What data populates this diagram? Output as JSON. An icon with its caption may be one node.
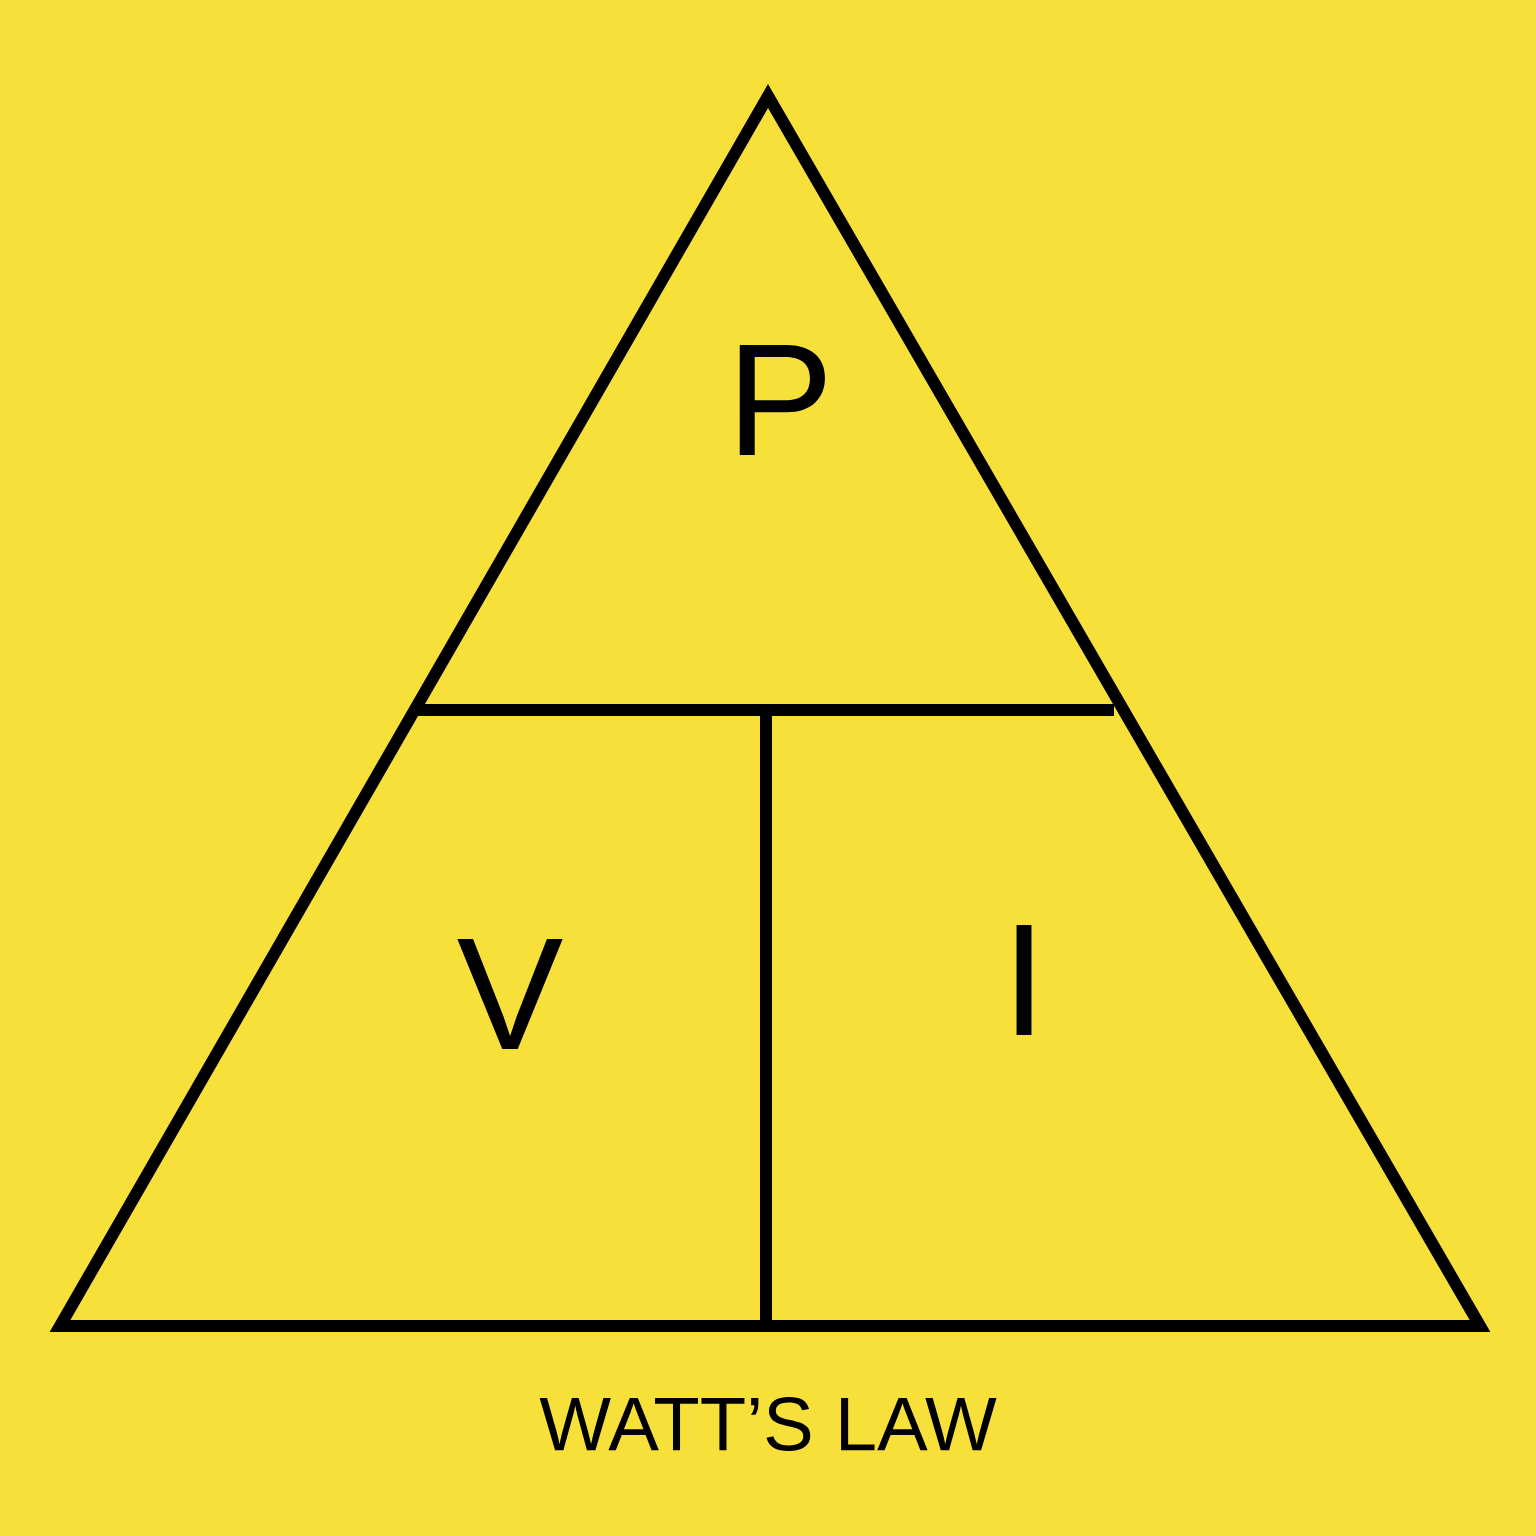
{
  "diagram": {
    "title": "WATT’S LAW",
    "labels": [
      "P",
      "V",
      "I"
    ]
  }
}
